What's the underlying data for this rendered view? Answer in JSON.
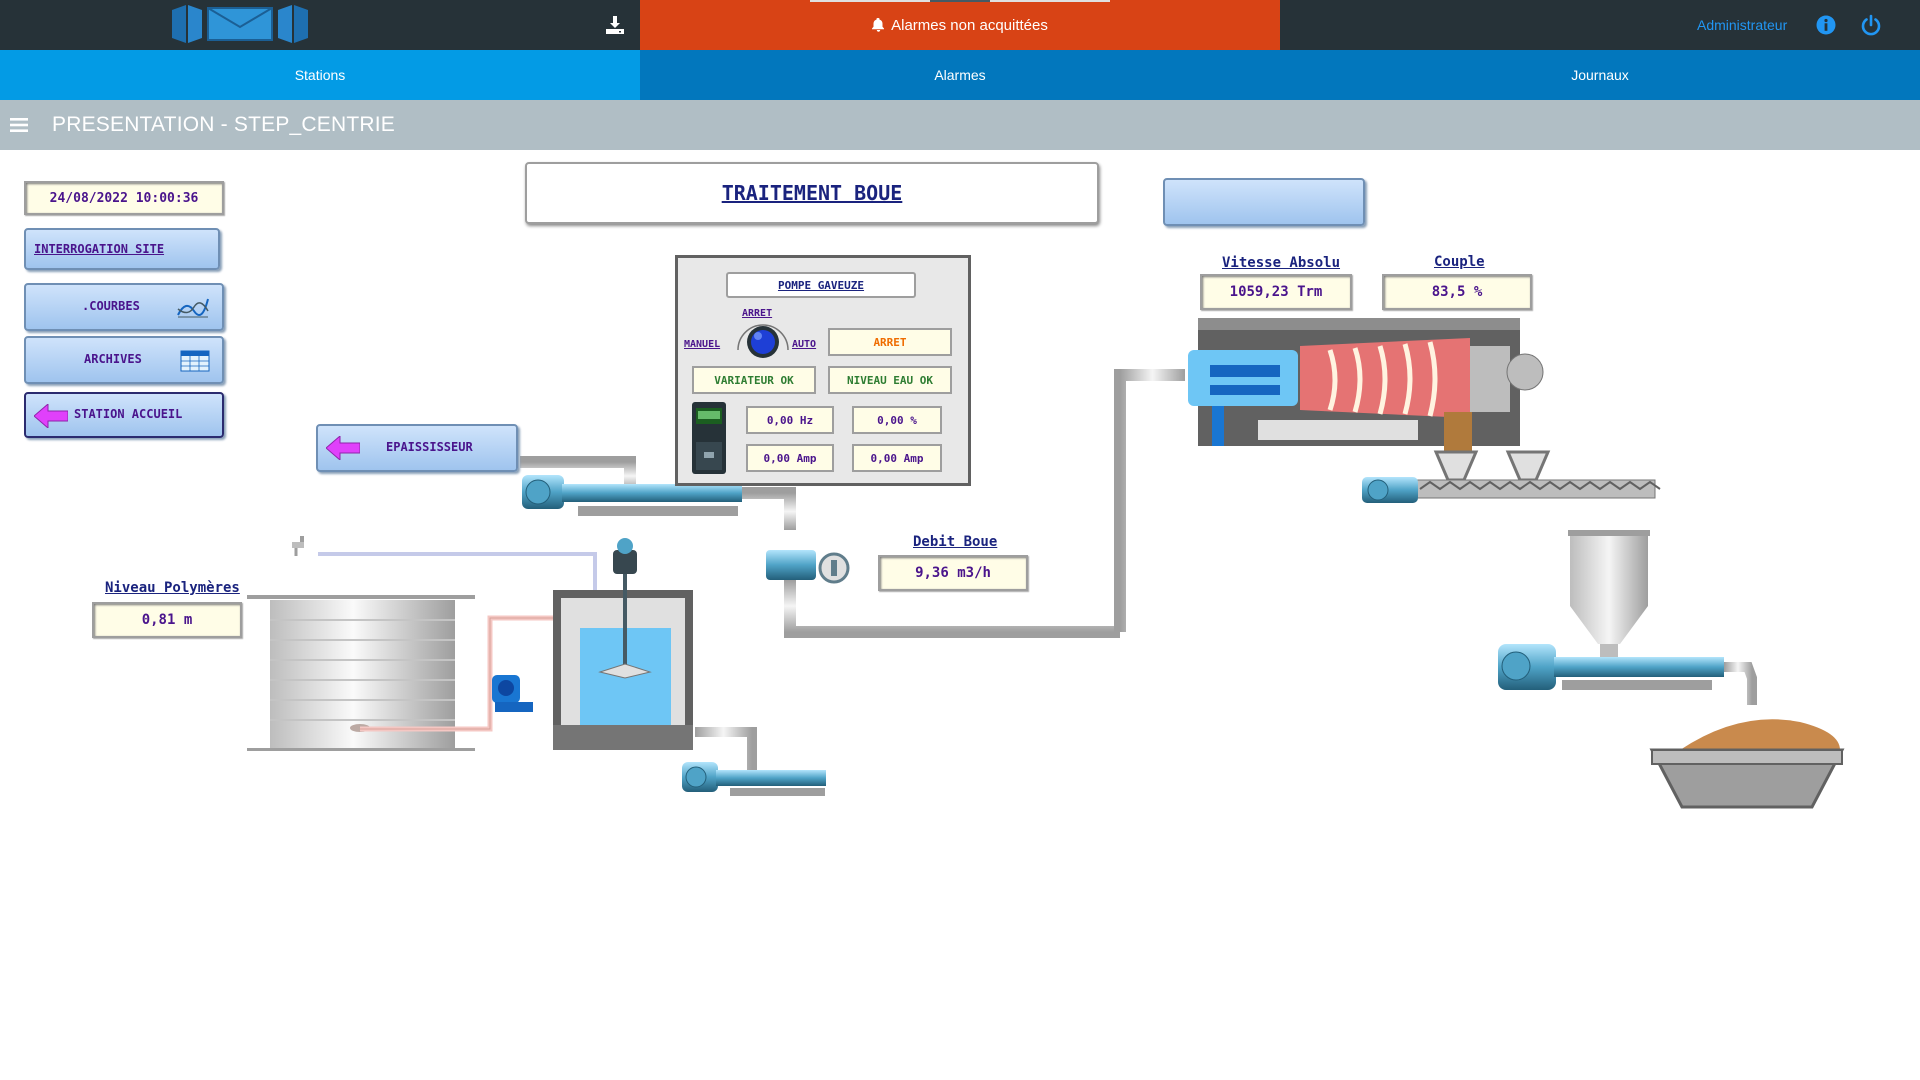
{
  "header": {
    "alarm_banner": "Alarmes non acquittées",
    "user": "Administrateur"
  },
  "nav": {
    "tabs": [
      {
        "label": "Stations"
      },
      {
        "label": "Alarmes"
      },
      {
        "label": "Journaux"
      }
    ]
  },
  "page": {
    "title": "PRESENTATION - STEP_CENTRIE"
  },
  "synoptic": {
    "datetime": "24/08/2022 10:00:36",
    "title": "TRAITEMENT BOUE",
    "buttons": {
      "interrogation": "INTERROGATION SITE",
      "courbes": ".COURBES",
      "archives": "ARCHIVES",
      "station_accueil": "STATION ACCUEIL",
      "epaississeur": "EPAISSISSEUR"
    },
    "pump_panel": {
      "title": "POMPE GAVEUZE",
      "selector_manual": "MANUEL",
      "selector_stop": "ARRET",
      "selector_auto": "AUTO",
      "state": "ARRET",
      "variator": "VARIATEUR OK",
      "water_level": "NIVEAU EAU OK",
      "frequency": "0,00 Hz",
      "percent": "0,00 %",
      "current_1": "0,00 Amp",
      "current_2": "0,00 Amp"
    },
    "measures": {
      "vitesse_label": "Vitesse Absolu",
      "vitesse_value": "1059,23 Trm",
      "couple_label": "Couple",
      "couple_value": "83,5 %",
      "debit_label": "Debit Boue",
      "debit_value": "9,36 m3/h",
      "niveau_label": "Niveau Polymères",
      "niveau_value": "0,81 m"
    }
  },
  "colors": {
    "topbar": "#263238",
    "alarm": "#d84315",
    "nav": "#0277bd",
    "nav_active": "#039be5",
    "titlebar": "#b0bec5",
    "link": "#2196f3"
  }
}
